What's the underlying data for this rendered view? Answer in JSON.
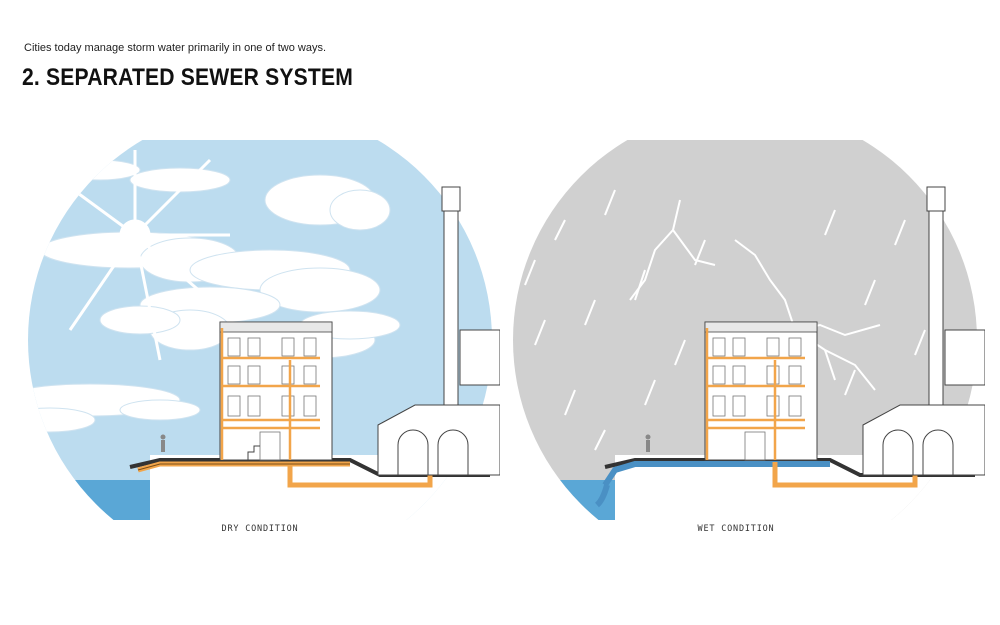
{
  "intro": "Cities today manage storm water primarily in one of two ways.",
  "title": "2. SEPARATED SEWER SYSTEM",
  "panels": [
    {
      "caption": "DRY CONDITION"
    },
    {
      "caption": "WET CONDITION"
    }
  ],
  "colors": {
    "sky_dry": "#bcdcef",
    "sky_wet": "#d0d0d0",
    "water": "#5aa7d6",
    "pipe_orange": "#f2a54a",
    "pipe_blue": "#4a90c4",
    "ink": "#333333"
  },
  "icons": [
    "sun-icon",
    "lightning-icon",
    "rain-icon",
    "smokestack-icon"
  ]
}
